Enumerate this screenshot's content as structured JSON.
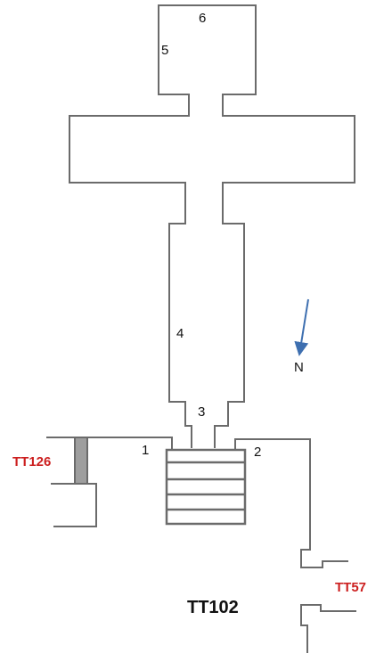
{
  "labels": {
    "room_1": "1",
    "room_2": "2",
    "room_3": "3",
    "room_4": "4",
    "room_5": "5",
    "room_6": "6"
  },
  "tombs": {
    "main": "TT102",
    "west": "TT126",
    "east": "TT57"
  },
  "compass": {
    "label": "N"
  },
  "colors": {
    "wall": "#6b6b6b",
    "neighbor_label": "#cc1f1f",
    "arrow": "#3e6fb0",
    "pillar_fill": "#9e9e9e"
  }
}
